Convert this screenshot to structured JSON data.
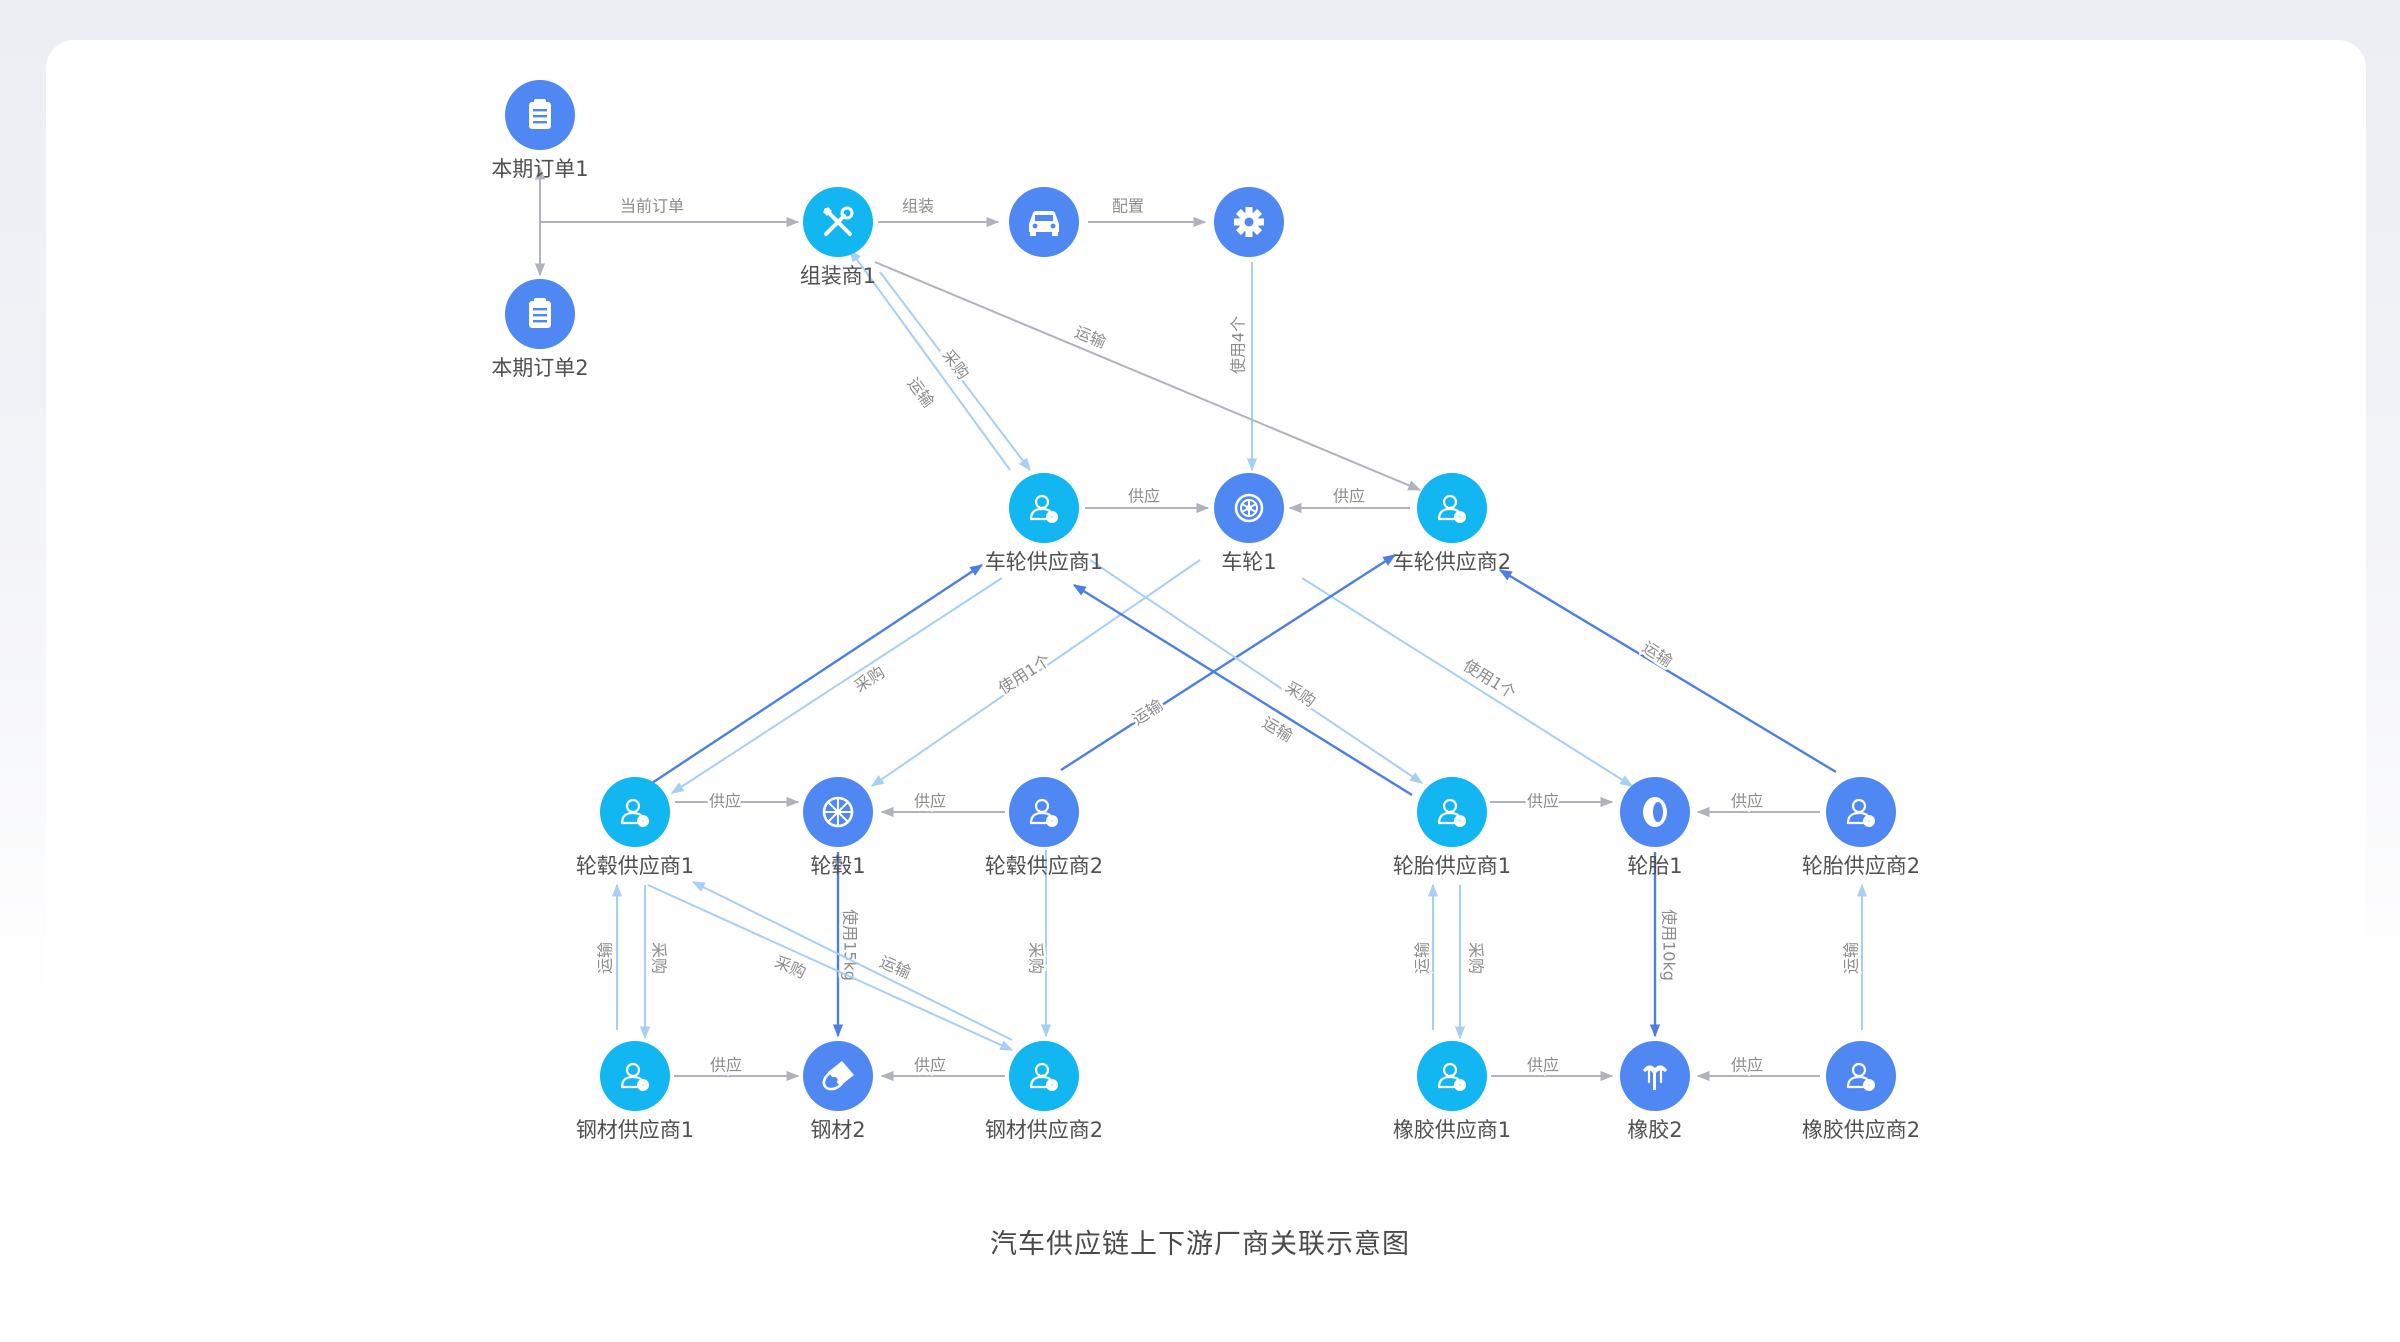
{
  "caption": "汽车供应链上下游厂商关联示意图",
  "colors": {
    "node_light": "#12b7f1",
    "node_dark": "#4f87f3",
    "edge_gray": "#b0b2bd",
    "edge_light": "#a7cff4",
    "edge_dark": "#4d7fe3",
    "label": "#8c8c8c",
    "node_label": "#505050"
  },
  "nodes": [
    {
      "id": "order1",
      "label": "本期订单1",
      "icon": "clipboard-icon",
      "style": "dark"
    },
    {
      "id": "order2",
      "label": "本期订单2",
      "icon": "clipboard-icon",
      "style": "dark"
    },
    {
      "id": "assembler1",
      "label": "组装商1",
      "icon": "tools-icon",
      "style": "light"
    },
    {
      "id": "car",
      "label": "",
      "icon": "car-icon",
      "style": "dark"
    },
    {
      "id": "config",
      "label": "",
      "icon": "gear-icon",
      "style": "dark"
    },
    {
      "id": "wheelSup1",
      "label": "车轮供应商1",
      "icon": "supplier-icon",
      "style": "light"
    },
    {
      "id": "wheel1",
      "label": "车轮1",
      "icon": "wheel-icon",
      "style": "dark"
    },
    {
      "id": "wheelSup2",
      "label": "车轮供应商2",
      "icon": "supplier-icon",
      "style": "light"
    },
    {
      "id": "hubSup1",
      "label": "轮毂供应商1",
      "icon": "supplier-icon",
      "style": "light"
    },
    {
      "id": "hub1",
      "label": "轮毂1",
      "icon": "hub-icon",
      "style": "dark"
    },
    {
      "id": "hubSup2",
      "label": "轮毂供应商2",
      "icon": "supplier-icon",
      "style": "dark"
    },
    {
      "id": "tireSup1",
      "label": "轮胎供应商1",
      "icon": "supplier-icon",
      "style": "light"
    },
    {
      "id": "tire1",
      "label": "轮胎1",
      "icon": "tire-icon",
      "style": "dark"
    },
    {
      "id": "tireSup2",
      "label": "轮胎供应商2",
      "icon": "supplier-icon",
      "style": "dark"
    },
    {
      "id": "steelSup1",
      "label": "钢材供应商1",
      "icon": "supplier-icon",
      "style": "light"
    },
    {
      "id": "steel2",
      "label": "钢材2",
      "icon": "steel-icon",
      "style": "dark"
    },
    {
      "id": "steelSup2",
      "label": "钢材供应商2",
      "icon": "supplier-icon",
      "style": "light"
    },
    {
      "id": "rubberSup1",
      "label": "橡胶供应商1",
      "icon": "supplier-icon",
      "style": "light"
    },
    {
      "id": "rubber2",
      "label": "橡胶2",
      "icon": "rubber-icon",
      "style": "dark"
    },
    {
      "id": "rubberSup2",
      "label": "橡胶供应商2",
      "icon": "supplier-icon",
      "style": "dark"
    }
  ],
  "edges": [
    {
      "from": "order1",
      "to": "order2",
      "label": "",
      "color": "gray",
      "bidir": true
    },
    {
      "from": "order1",
      "to": "assembler1",
      "label": "当前订单",
      "color": "gray"
    },
    {
      "from": "assembler1",
      "to": "car",
      "label": "组装",
      "color": "gray"
    },
    {
      "from": "car",
      "to": "config",
      "label": "配置",
      "color": "gray"
    },
    {
      "from": "config",
      "to": "wheel1",
      "label": "使用4个",
      "color": "light"
    },
    {
      "from": "assembler1",
      "to": "wheelSup2",
      "label": "运输",
      "color": "gray"
    },
    {
      "from": "assembler1",
      "to": "wheelSup1",
      "label": "采购",
      "color": "light"
    },
    {
      "from": "wheelSup1",
      "to": "assembler1",
      "label": "运输",
      "color": "light"
    },
    {
      "from": "wheelSup1",
      "to": "wheel1",
      "label": "供应",
      "color": "gray"
    },
    {
      "from": "wheelSup2",
      "to": "wheel1",
      "label": "供应",
      "color": "gray"
    },
    {
      "from": "hubSup1",
      "to": "wheelSup1",
      "label": "",
      "color": "dark"
    },
    {
      "from": "wheelSup1",
      "to": "hubSup1",
      "label": "采购",
      "color": "light"
    },
    {
      "from": "wheel1",
      "to": "hub1",
      "label": "使用1个",
      "color": "light"
    },
    {
      "from": "wheel1",
      "to": "tire1",
      "label": "使用1个",
      "color": "light"
    },
    {
      "from": "hubSup2",
      "to": "wheelSup2",
      "label": "运输",
      "color": "dark"
    },
    {
      "from": "wheelSup1",
      "to": "tireSup1",
      "label": "采购",
      "color": "light"
    },
    {
      "from": "tireSup1",
      "to": "wheelSup1",
      "label": "运输",
      "color": "dark"
    },
    {
      "from": "tireSup2",
      "to": "wheelSup2",
      "label": "运输",
      "color": "dark"
    },
    {
      "from": "hubSup1",
      "to": "hub1",
      "label": "供应",
      "color": "gray"
    },
    {
      "from": "hubSup2",
      "to": "hub1",
      "label": "供应",
      "color": "gray"
    },
    {
      "from": "tireSup1",
      "to": "tire1",
      "label": "供应",
      "color": "gray"
    },
    {
      "from": "tireSup2",
      "to": "tire1",
      "label": "供应",
      "color": "gray"
    },
    {
      "from": "hub1",
      "to": "steel2",
      "label": "使用15kg",
      "color": "dark"
    },
    {
      "from": "tire1",
      "to": "rubber2",
      "label": "使用10kg",
      "color": "dark"
    },
    {
      "from": "steelSup1",
      "to": "hubSup1",
      "label": "运输",
      "color": "light"
    },
    {
      "from": "hubSup1",
      "to": "steelSup1",
      "label": "采购",
      "color": "light"
    },
    {
      "from": "hubSup1",
      "to": "steelSup2",
      "label": "采购",
      "color": "light"
    },
    {
      "from": "steelSup2",
      "to": "hubSup1",
      "label": "运输",
      "color": "light"
    },
    {
      "from": "hubSup2",
      "to": "steelSup2",
      "label": "采购",
      "color": "light"
    },
    {
      "from": "rubberSup1",
      "to": "tireSup1",
      "label": "运输",
      "color": "light"
    },
    {
      "from": "tireSup1",
      "to": "rubberSup1",
      "label": "采购",
      "color": "light"
    },
    {
      "from": "rubberSup2",
      "to": "tireSup2",
      "label": "运输",
      "color": "light"
    },
    {
      "from": "steelSup1",
      "to": "steel2",
      "label": "供应",
      "color": "gray"
    },
    {
      "from": "steelSup2",
      "to": "steel2",
      "label": "供应",
      "color": "gray"
    },
    {
      "from": "rubberSup1",
      "to": "rubber2",
      "label": "供应",
      "color": "gray"
    },
    {
      "from": "rubberSup2",
      "to": "rubber2",
      "label": "供应",
      "color": "gray"
    }
  ]
}
